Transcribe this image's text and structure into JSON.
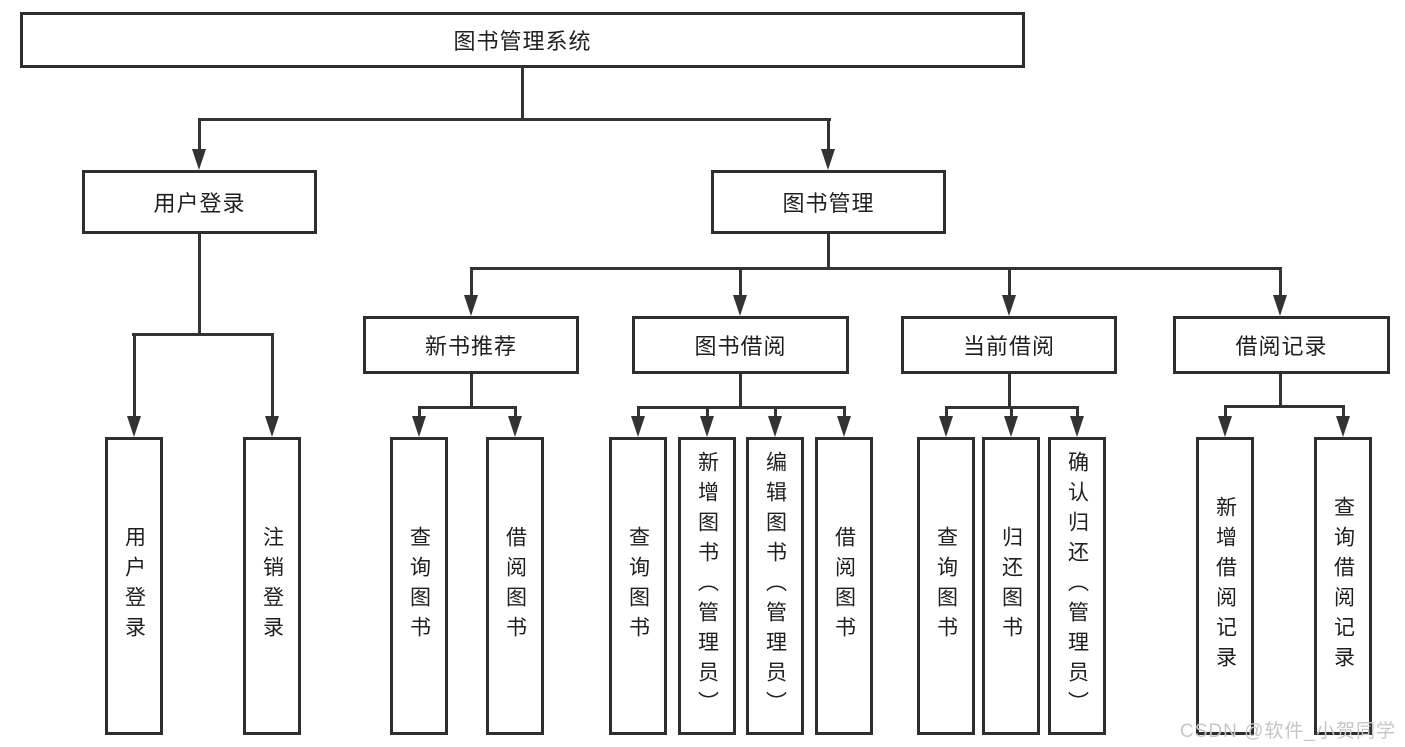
{
  "tree": {
    "root": "图书管理系统",
    "branches": [
      {
        "label": "用户登录",
        "children": [
          "用户登录",
          "注销登录"
        ]
      },
      {
        "label": "图书管理",
        "children": [
          {
            "label": "新书推荐",
            "children": [
              "查询图书",
              "借阅图书"
            ]
          },
          {
            "label": "图书借阅",
            "children": [
              "查询图书",
              "新增图书（管理员）",
              "编辑图书（管理员）",
              "借阅图书"
            ]
          },
          {
            "label": "当前借阅",
            "children": [
              "查询图书",
              "归还图书",
              "确认归还（管理员）"
            ]
          },
          {
            "label": "借阅记录",
            "children": [
              "新增借阅记录",
              "查询借阅记录"
            ]
          }
        ]
      }
    ]
  },
  "watermark": {
    "text": "CSDN @软件_小贺同学"
  },
  "colors": {
    "line": "#333333",
    "border": "#2e2e2e",
    "text": "#1f1f1f",
    "background": "#ffffff",
    "watermark": "#c6c6c6"
  }
}
